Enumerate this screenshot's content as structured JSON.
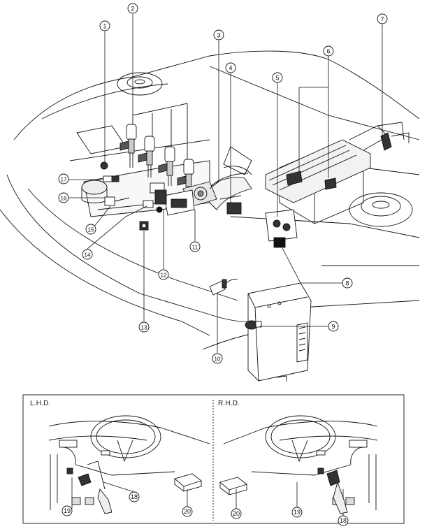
{
  "callouts": {
    "c1": "1",
    "c2": "2",
    "c3": "3",
    "c4": "4",
    "c5": "5",
    "c6": "6",
    "c7": "7",
    "c8": "8",
    "c9": "9",
    "c10": "10",
    "c11": "11",
    "c12": "12",
    "c13": "13",
    "c14": "14",
    "c15": "15",
    "c16": "16",
    "c17": "17",
    "c18a": "18",
    "c18b": "18",
    "c19a": "19",
    "c19b": "19",
    "c20a": "20",
    "c20b": "20"
  },
  "inset": {
    "left_label": "L.H.D.",
    "right_label": "R.H.D."
  },
  "colors": {
    "line": "#111111",
    "background": "#ffffff",
    "fill": "#dddddd",
    "dark": "#333333"
  }
}
